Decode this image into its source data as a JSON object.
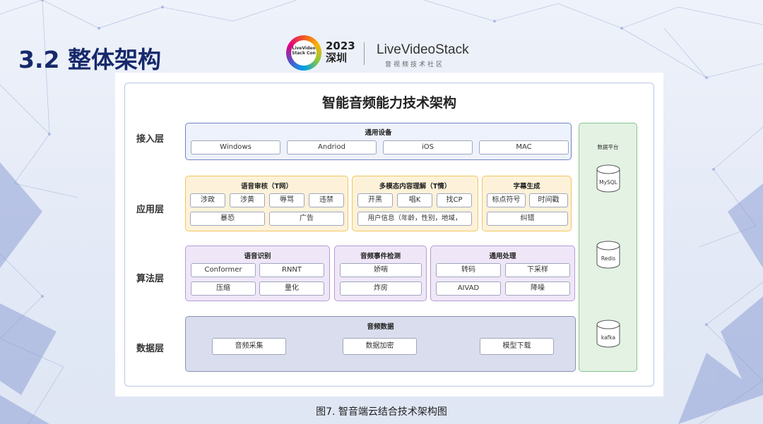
{
  "slide": {
    "title": "3.2 整体架构"
  },
  "logo": {
    "ring_text": "LiveVideo Stack Con",
    "year": "2023",
    "city": "深圳",
    "brand": "LiveVideoStack",
    "subtitle": "音视频技术社区"
  },
  "diagram": {
    "title": "智能音频能力技术架构",
    "layers": {
      "access": "接入层",
      "application": "应用层",
      "algorithm": "算法层",
      "data": "数据层"
    },
    "access": {
      "title": "通用设备",
      "items": [
        "Windows",
        "Andriod",
        "iOS",
        "MAC"
      ]
    },
    "application": {
      "audit": {
        "title": "语音审核（T网）",
        "items": [
          "涉政",
          "涉黄",
          "辱骂",
          "违禁",
          "暴恐",
          "广告"
        ]
      },
      "multimodal": {
        "title": "多模态内容理解（T情）",
        "items": [
          "开黑",
          "唱K",
          "找CP",
          "用户信息（年龄，性别，地域，"
        ]
      },
      "subtitle": {
        "title": "字幕生成",
        "items": [
          "标点符号",
          "时间戳",
          "纠错"
        ]
      }
    },
    "algorithm": {
      "asr": {
        "title": "语音识别",
        "items": [
          "Conformer",
          "RNNT",
          "压缩",
          "量化"
        ]
      },
      "event": {
        "title": "音频事件检测",
        "items": [
          "娇喘",
          "炸房"
        ]
      },
      "general": {
        "title": "通用处理",
        "items": [
          "转码",
          "下采样",
          "AIVAD",
          "降噪"
        ]
      }
    },
    "data": {
      "title": "音频数据",
      "items": [
        "音频采集",
        "数据加密",
        "模型下载"
      ]
    },
    "platform": {
      "title": "数据平台",
      "stores": [
        "MySQL",
        "Redis",
        "kafka"
      ]
    }
  },
  "caption": "图7. 智音端云结合技术架构图",
  "colors": {
    "title_navy": "#17296b",
    "access_blue": "#6f83c9",
    "app_yellow": "#f0c75f",
    "algo_purple": "#b59bd8",
    "data_slate": "#8b91b3",
    "platform_green": "#84c58f"
  }
}
